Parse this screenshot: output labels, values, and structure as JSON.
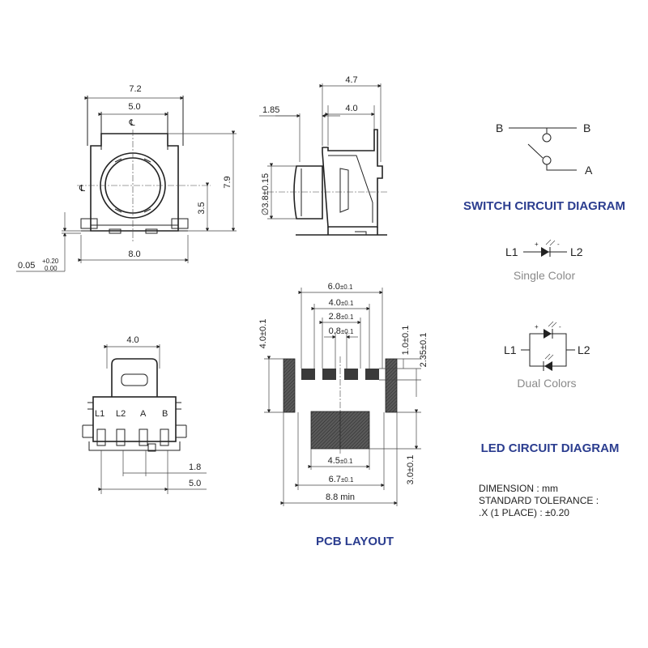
{
  "top_view": {
    "width_total": "7.2",
    "width_inner": "5.0",
    "height": "7.9",
    "center_height": "3.5",
    "base_width": "8.0",
    "offset": "0.05",
    "offset_tol_plus": "+0.20",
    "offset_tol_minus": "0.00",
    "centerline_symbol": "℄"
  },
  "side_view": {
    "depth_total": "4.7",
    "depth_body": "4.0",
    "offset": "1.85",
    "diameter": "3.8±0.15",
    "diameter_symbol": "∅"
  },
  "bottom_view": {
    "actuator_width": "4.0",
    "pins": [
      "L1",
      "L2",
      "A",
      "B"
    ],
    "pitch_small": "1.8",
    "pitch_large": "5.0"
  },
  "pcb_layout": {
    "title": "PCB LAYOUT",
    "w_6_0": "6.0",
    "w_4_0": "4.0",
    "w_2_8": "2.8",
    "w_0_8": "0.8",
    "tol": "±0.1",
    "h_left": "4.0±0.1",
    "h_1_0": "1.0±0.1",
    "h_2_35": "2.35±0.1",
    "h_3_0": "3.0±0.1",
    "w_4_5": "4.5",
    "w_6_7": "6.7",
    "w_8_8": "8.8 min"
  },
  "switch_circuit": {
    "title": "SWITCH CIRCUIT DIAGRAM",
    "terminal_b_left": "B",
    "terminal_b_right": "B",
    "terminal_a": "A"
  },
  "led_circuit": {
    "title": "LED CIRCUIT DIAGRAM",
    "single": {
      "l1": "L1",
      "l2": "L2",
      "caption": "Single Color",
      "plus": "+",
      "minus": "-"
    },
    "dual": {
      "l1": "L1",
      "l2": "L2",
      "caption": "Dual Colors",
      "plus": "+",
      "minus": "-"
    }
  },
  "notes": {
    "dimension": "DIMENSION : mm",
    "tolerance": "STANDARD TOLERANCE :",
    "place": ".X (1 PLACE) : ±0.20"
  },
  "colors": {
    "title_blue": "#2b3d8f",
    "caption_gray": "#8a8a8a",
    "pad_dark": "#3a3a3a"
  }
}
